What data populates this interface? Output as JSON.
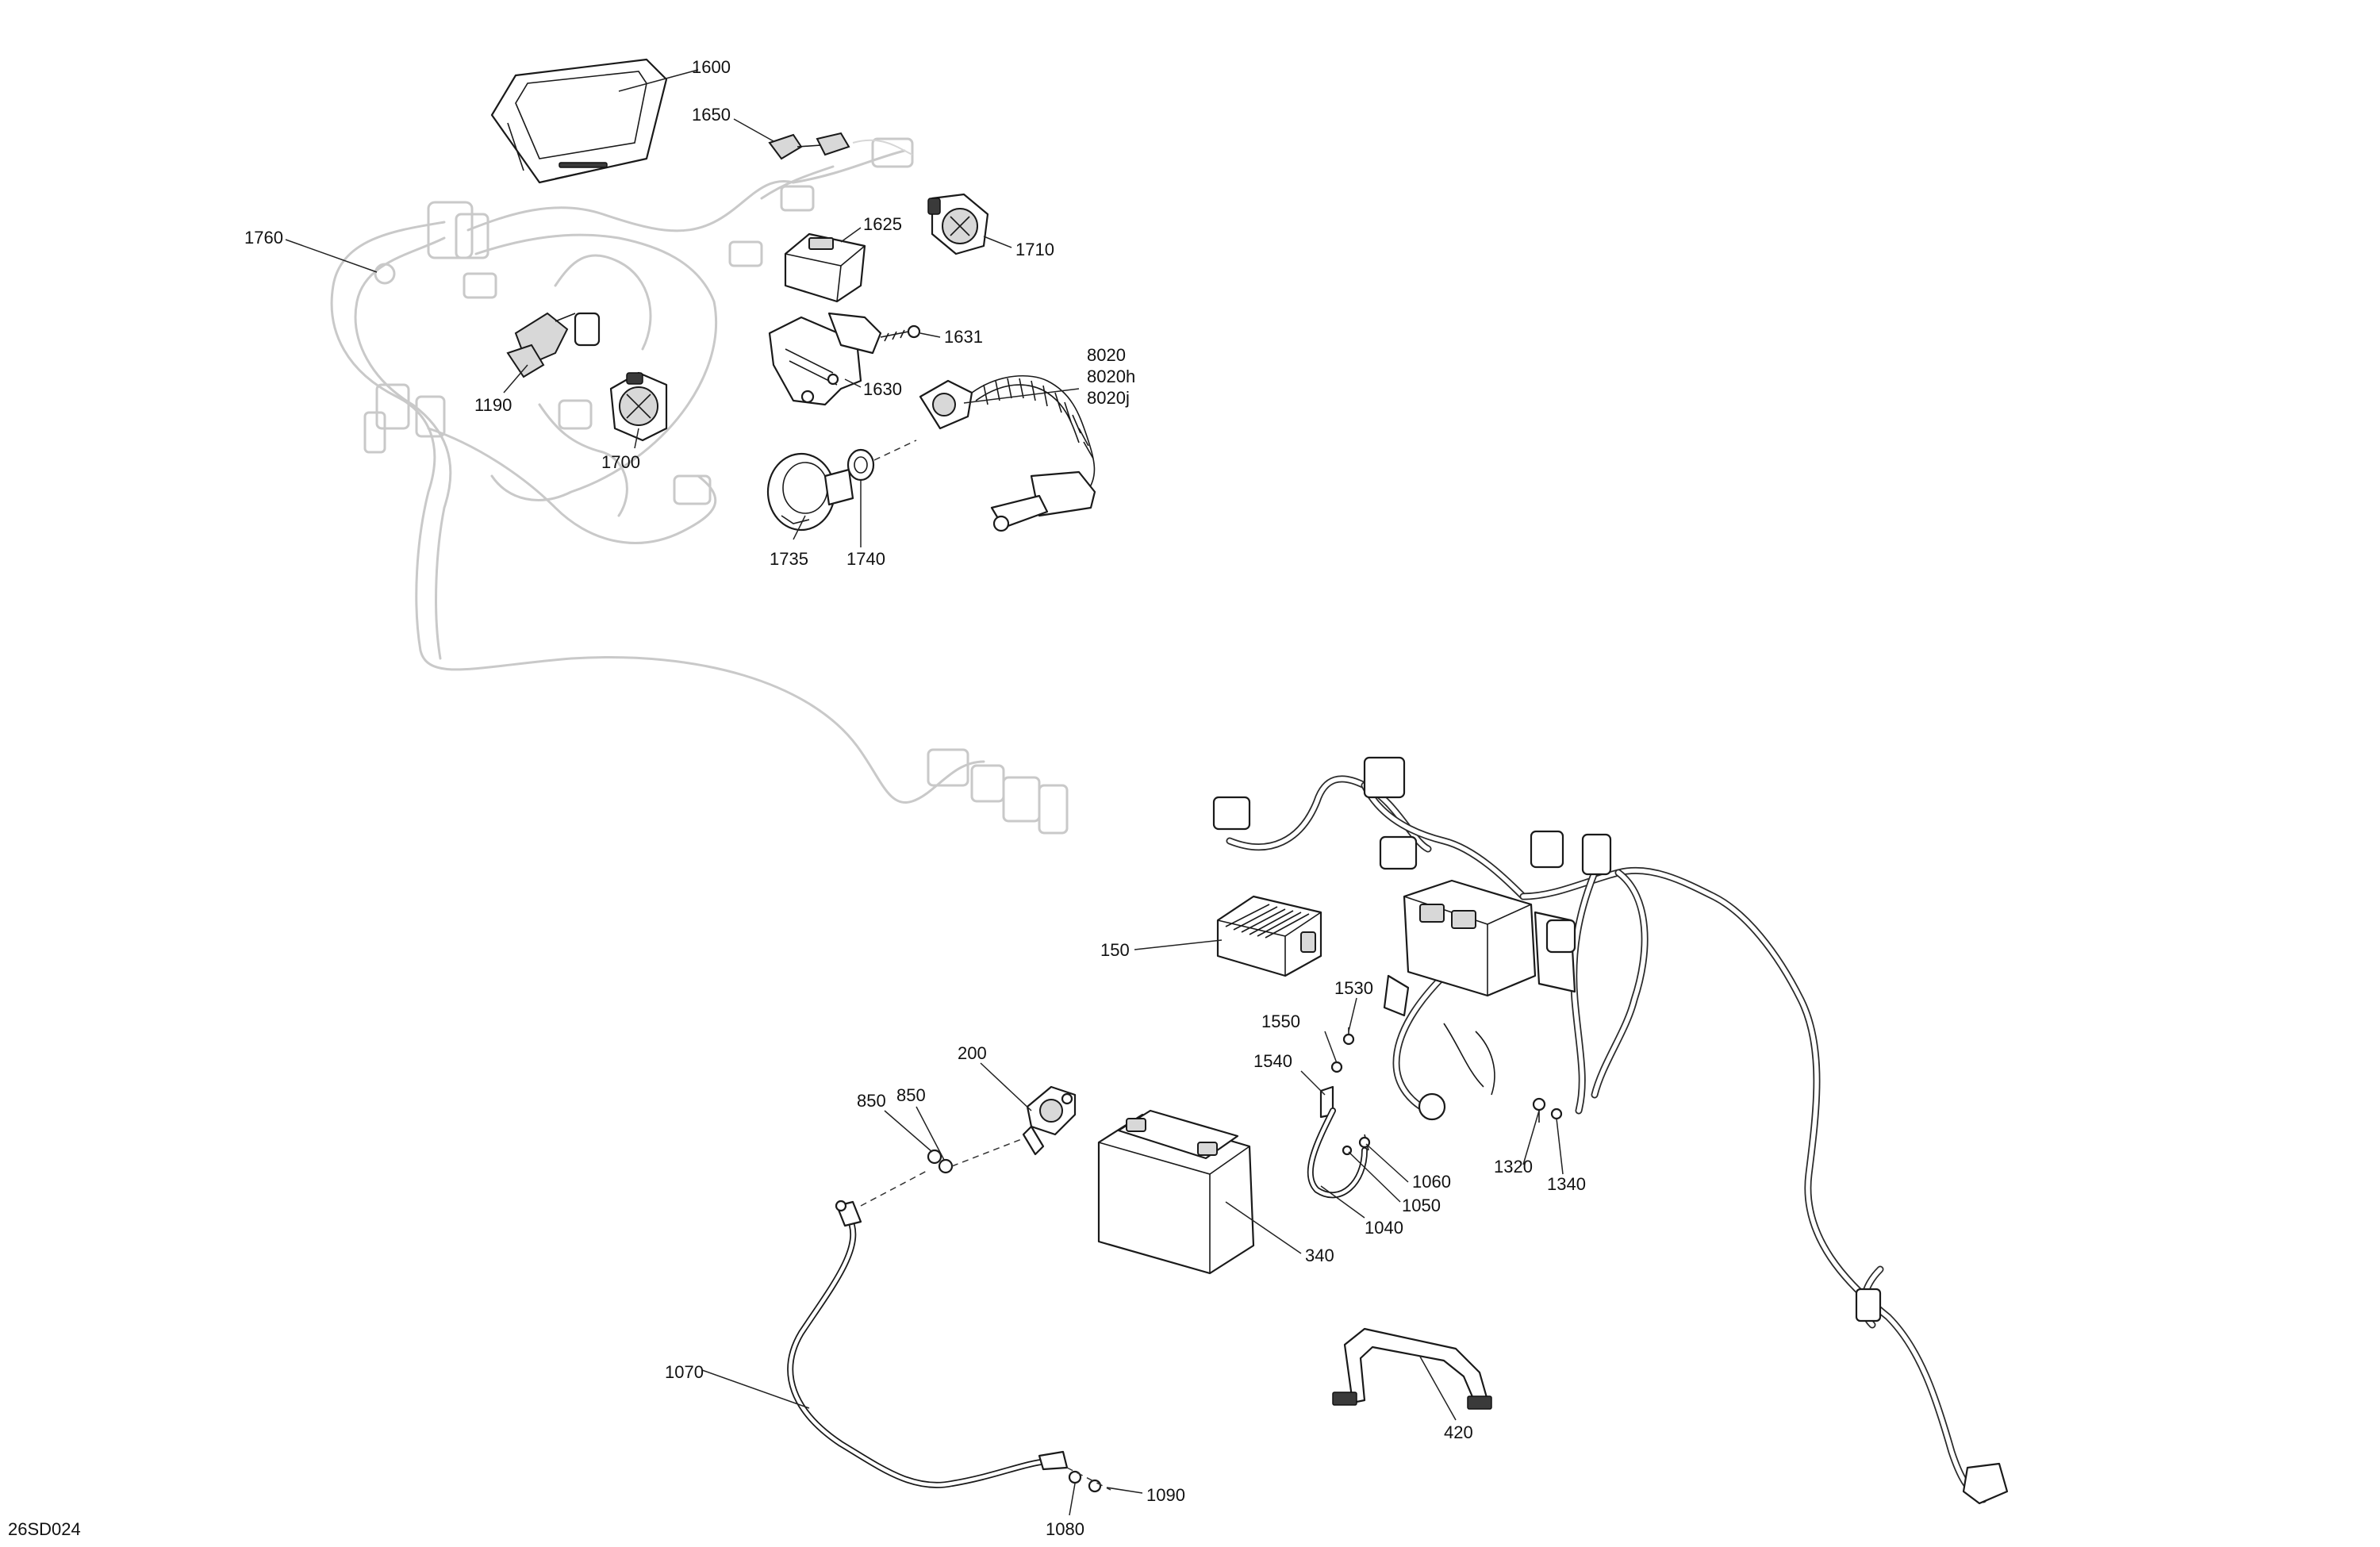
{
  "diagram_code": "26SD024",
  "callouts": [
    {
      "id": "c1600",
      "text": "1600"
    },
    {
      "id": "c1650",
      "text": "1650"
    },
    {
      "id": "c1760",
      "text": "1760"
    },
    {
      "id": "c1625",
      "text": "1625"
    },
    {
      "id": "c1710",
      "text": "1710"
    },
    {
      "id": "c1631",
      "text": "1631"
    },
    {
      "id": "c1630",
      "text": "1630"
    },
    {
      "id": "c1190",
      "text": "1190"
    },
    {
      "id": "c1700",
      "text": "1700"
    },
    {
      "id": "c8020",
      "text": "8020"
    },
    {
      "id": "c8020h",
      "text": "8020h"
    },
    {
      "id": "c8020j",
      "text": "8020j"
    },
    {
      "id": "c1735",
      "text": "1735"
    },
    {
      "id": "c1740",
      "text": "1740"
    },
    {
      "id": "c150",
      "text": "150"
    },
    {
      "id": "c1530",
      "text": "1530"
    },
    {
      "id": "c1550",
      "text": "1550"
    },
    {
      "id": "c1540",
      "text": "1540"
    },
    {
      "id": "c200",
      "text": "200"
    },
    {
      "id": "c850a",
      "text": "850"
    },
    {
      "id": "c850b",
      "text": "850"
    },
    {
      "id": "c1060",
      "text": "1060"
    },
    {
      "id": "c1050",
      "text": "1050"
    },
    {
      "id": "c1040",
      "text": "1040"
    },
    {
      "id": "c1320",
      "text": "1320"
    },
    {
      "id": "c1340",
      "text": "1340"
    },
    {
      "id": "c340",
      "text": "340"
    },
    {
      "id": "c1070",
      "text": "1070"
    },
    {
      "id": "c420",
      "text": "420"
    },
    {
      "id": "c1090",
      "text": "1090"
    },
    {
      "id": "c1080",
      "text": "1080"
    }
  ]
}
